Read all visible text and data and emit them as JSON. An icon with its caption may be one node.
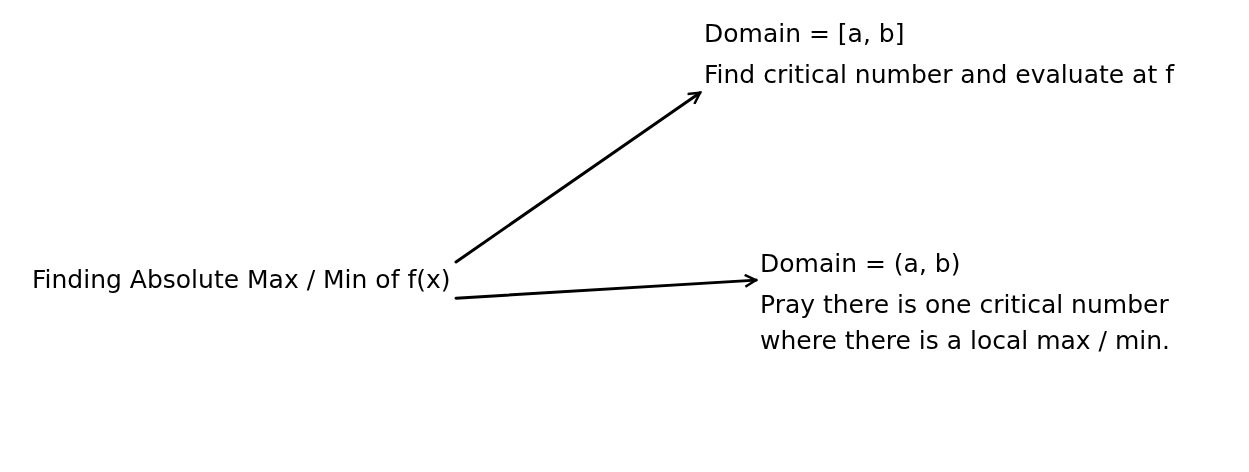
{
  "diagram": {
    "nodes": [
      {
        "text": [
          "Finding Absolute Max / Min of f(x)"
        ]
      },
      {
        "text": [
          "Domain = [a, b]",
          "Find critical number and evaluate at f"
        ]
      },
      {
        "text": [
          "Domain = (a, b)",
          "Pray there is one critical number where there is a local max / min."
        ]
      }
    ],
    "edges": [
      {
        "from": 0,
        "to": 1,
        "arrow": "to"
      },
      {
        "from": 0,
        "to": 2,
        "arrow": "to"
      }
    ]
  }
}
